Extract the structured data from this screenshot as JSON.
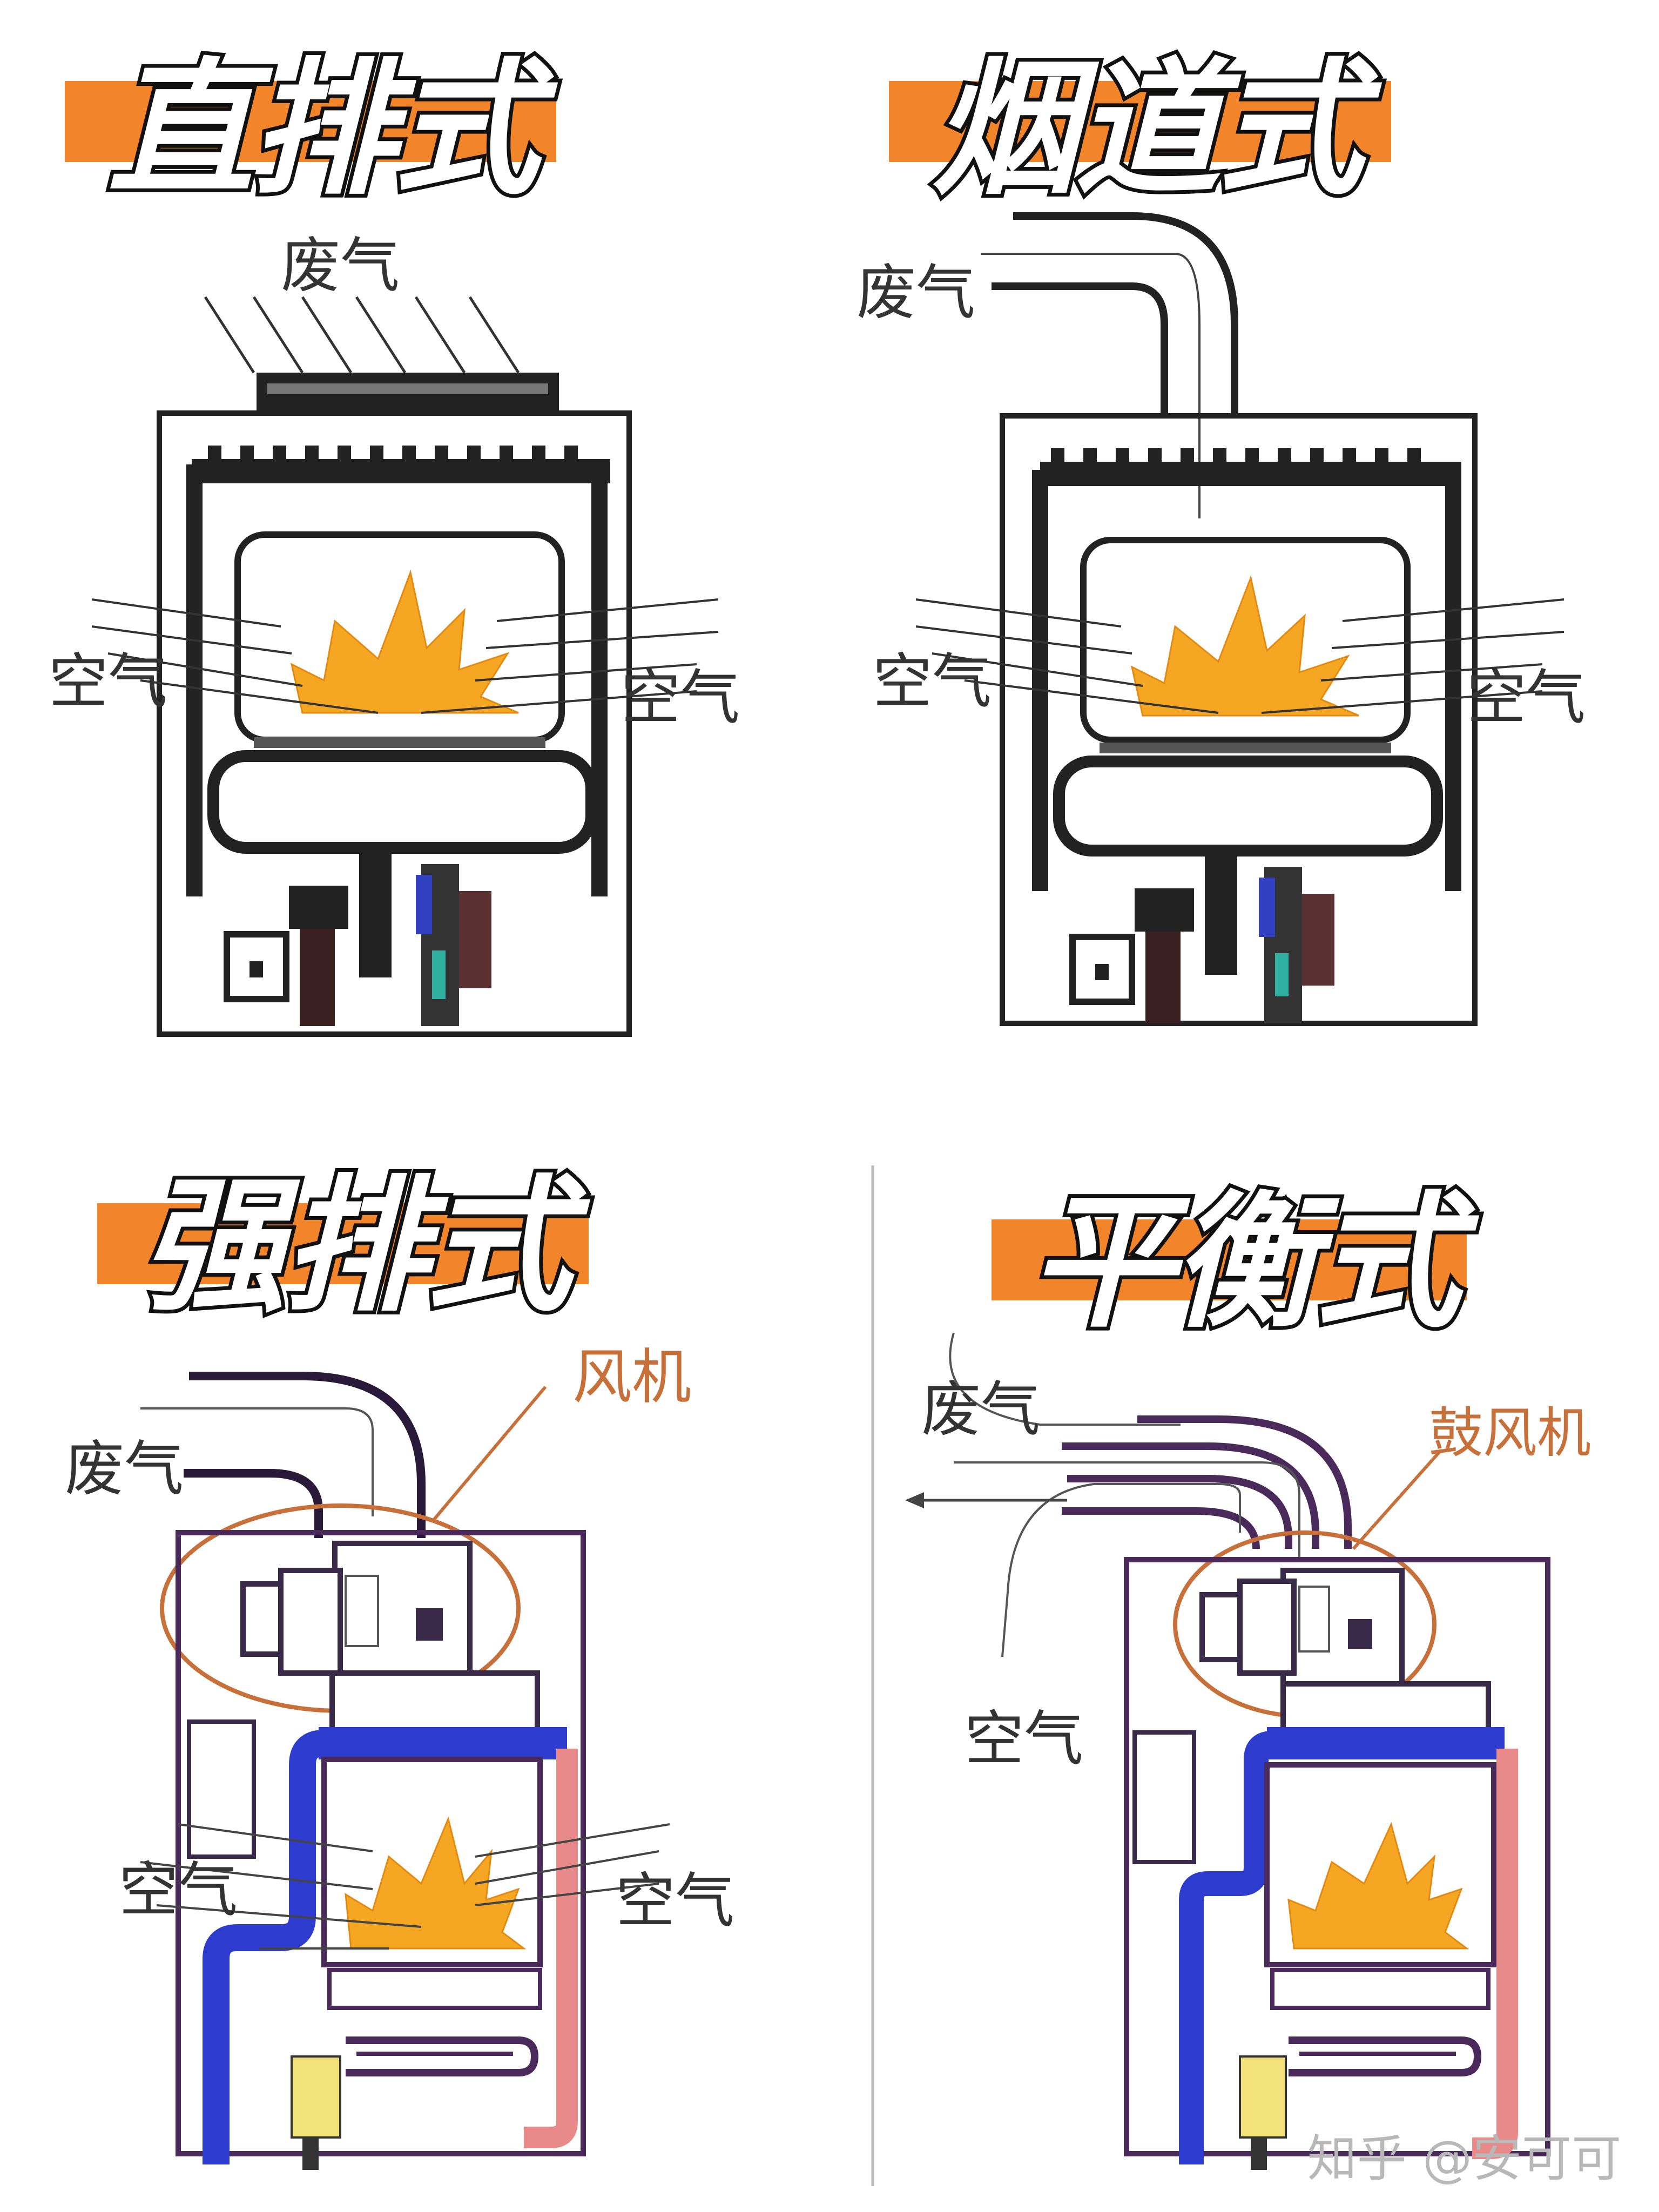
{
  "panels": {
    "direct": {
      "title": "直排式",
      "exhaust": "废气",
      "air_left": "空气",
      "air_right": "空气"
    },
    "flue": {
      "title": "烟道式",
      "exhaust": "废气",
      "air_left": "空气",
      "air_right": "空气"
    },
    "forced": {
      "title": "强排式",
      "exhaust": "废气",
      "fan": "风机",
      "air_left": "空气",
      "air_right": "空气"
    },
    "balanced": {
      "title": "平衡式",
      "exhaust": "废气",
      "blower": "鼓风机",
      "air": "空气"
    }
  },
  "watermark": "知乎 @安可可",
  "colors": {
    "title_bar": "#f2842a",
    "flame": "#f5a623",
    "cold_pipe": "#2d3ccf",
    "hot_pipe": "#e88a8a",
    "fan_circle": "#c8703a"
  }
}
